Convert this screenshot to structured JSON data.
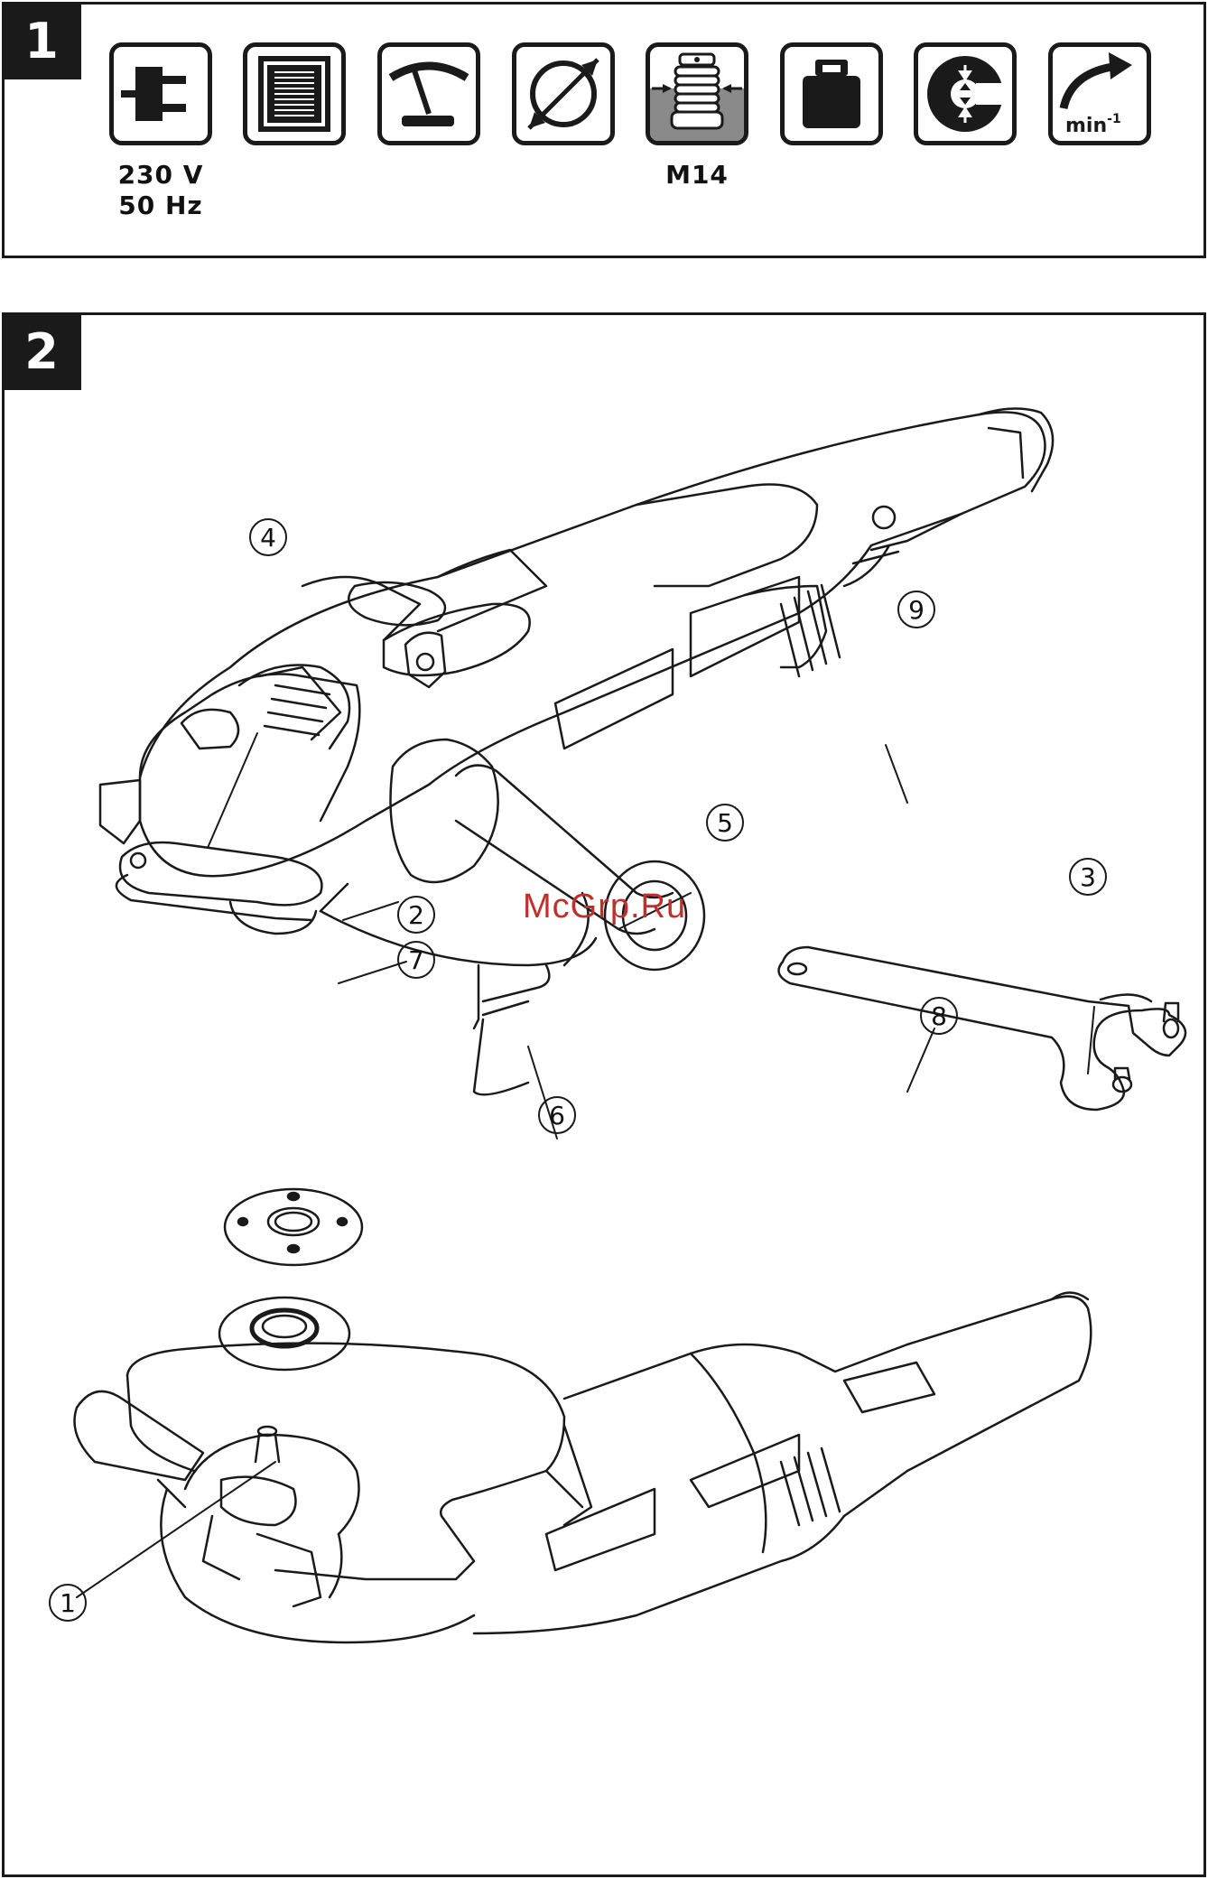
{
  "panel1": {
    "number": "1",
    "icons": [
      {
        "name": "plug-icon"
      },
      {
        "name": "motor-coil-icon"
      },
      {
        "name": "power-meter-icon"
      },
      {
        "name": "disc-diameter-icon"
      },
      {
        "name": "spindle-thread-icon"
      },
      {
        "name": "weight-icon"
      },
      {
        "name": "disc-bore-icon"
      },
      {
        "name": "speed-rpm-icon",
        "text": "min-1"
      }
    ],
    "voltage": "230 V",
    "frequency": "50 Hz",
    "thread": "M14"
  },
  "panel2": {
    "number": "2",
    "callouts": [
      "1",
      "2",
      "3",
      "4",
      "5",
      "6",
      "7",
      "8",
      "9"
    ],
    "watermark": "McGrp.Ru"
  }
}
